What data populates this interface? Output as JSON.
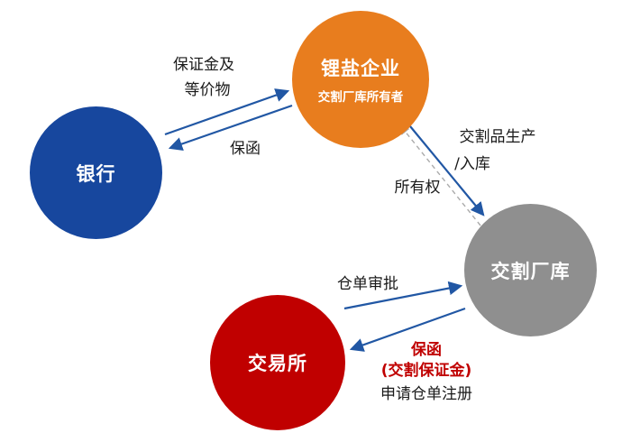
{
  "nodes": {
    "bank": {
      "label": "银行",
      "color": "#17479E"
    },
    "lithium": {
      "title": "锂盐企业",
      "subtitle": "交割厂库所有者",
      "color": "#E87D1E"
    },
    "warehouse": {
      "label": "交割厂库",
      "color": "#8F8F8F"
    },
    "exchange": {
      "label": "交易所",
      "color": "#C00000"
    }
  },
  "edges": {
    "bank_to_lithium": {
      "label_line1": "保证金及",
      "label_line2": "等价物"
    },
    "lithium_to_bank": {
      "label": "保函"
    },
    "lithium_to_warehouse": {
      "label_line1": "交割品生产",
      "label_line2": "/入库"
    },
    "warehouse_to_lithium": {
      "label": "所有权"
    },
    "exchange_to_warehouse": {
      "label": "仓单审批"
    },
    "warehouse_to_exchange": {
      "label_red1": "保函",
      "label_red2": "(交割保证金)",
      "label_black": "申请仓单注册"
    }
  },
  "colors": {
    "arrow_blue": "#2157A4",
    "dashed_gray": "#ABABAB",
    "red_text": "#C00000"
  }
}
